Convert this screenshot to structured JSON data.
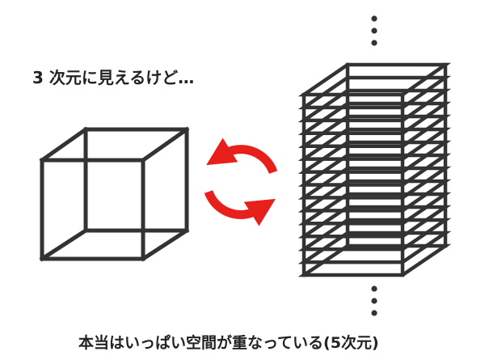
{
  "captions": {
    "top": "3 次元に見えるけど…",
    "bottom": "本当はいっぱい空間が重なっている(5次元)"
  },
  "diagram": {
    "left_object": "wireframe-cube",
    "right_object": "stacked-wireframe-cubes",
    "stack_layers": 15,
    "center_symbol": "circular-arrows-icon",
    "continuation_symbol": "vertical-ellipsis-icon"
  },
  "colors": {
    "line": "#333333",
    "arrow": "#e8201c",
    "text": "#222222",
    "background": "#ffffff"
  }
}
